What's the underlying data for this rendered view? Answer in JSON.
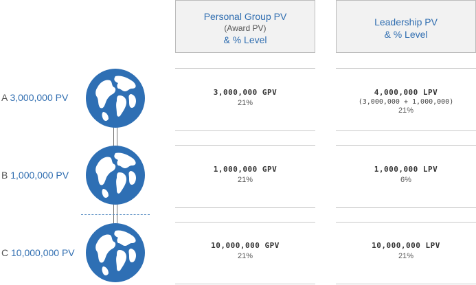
{
  "headers": {
    "personal": {
      "line1": "Personal Group PV",
      "line2": "(Award PV)",
      "line3": "& % Level"
    },
    "leadership": {
      "line1": "Leadership PV",
      "line2": "& % Level"
    }
  },
  "rows": [
    {
      "letter": "A",
      "pv": "3,000,000 PV",
      "personal": {
        "value": "3,000,000 GPV",
        "percent": "21%"
      },
      "leadership": {
        "value": "4,000,000 LPV",
        "detail": "(3,000,000 + 1,000,000)",
        "percent": "21%"
      }
    },
    {
      "letter": "B",
      "pv": "1,000,000 PV",
      "personal": {
        "value": "1,000,000 GPV",
        "percent": "21%"
      },
      "leadership": {
        "value": "1,000,000 LPV",
        "percent": "6%"
      }
    },
    {
      "letter": "C",
      "pv": "10,000,000 PV",
      "personal": {
        "value": "10,000,000 GPV",
        "percent": "21%"
      },
      "leadership": {
        "value": "10,000,000 LPV",
        "percent": "21%"
      }
    }
  ],
  "icons": {
    "globe": "globe-icon"
  },
  "colors": {
    "accent": "#2f6db0",
    "globe": "#2e6fb4",
    "header_bg": "#f2f2f2"
  }
}
